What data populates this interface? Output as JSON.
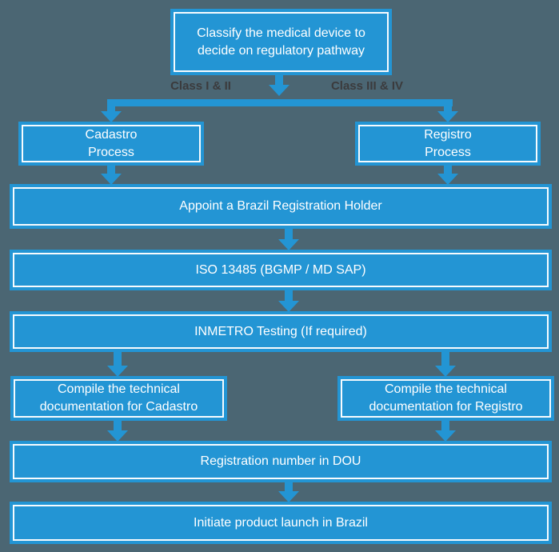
{
  "title": "Brazil medical device registration pathway flowchart",
  "colors": {
    "accent": "#2395d4",
    "background": "#4b6673",
    "node_text": "#ffffff",
    "branch_label": "#3b3b3d"
  },
  "branch_labels": {
    "left": "Class I & II",
    "right": "Class III & IV"
  },
  "nodes": {
    "classify": {
      "label": "Classify the medical device to\ndecide on regulatory pathway"
    },
    "cadastro": {
      "label": "Cadastro\nProcess"
    },
    "registro": {
      "label": "Registro\nProcess"
    },
    "appoint": {
      "label": "Appoint a Brazil Registration Holder"
    },
    "iso": {
      "label": "ISO 13485 (BGMP / MD SAP)"
    },
    "inmetro": {
      "label": "INMETRO Testing (If required)"
    },
    "compile_cadastro": {
      "label": "Compile the technical\ndocumentation for Cadastro"
    },
    "compile_registro": {
      "label": "Compile the technical\ndocumentation for Registro"
    },
    "dou": {
      "label": "Registration number in DOU"
    },
    "initiate": {
      "label": "Initiate product launch in Brazil"
    }
  }
}
